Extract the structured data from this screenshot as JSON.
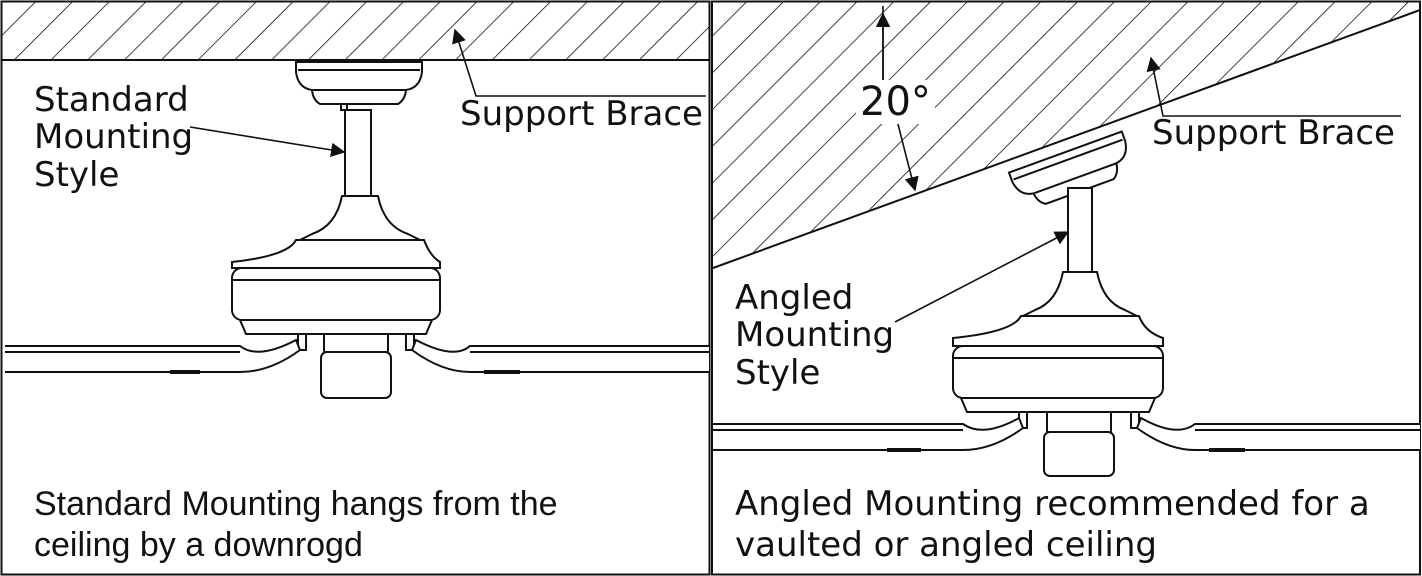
{
  "colors": {
    "line": "#111111",
    "background": "#ffffff"
  },
  "left_panel": {
    "mount_label_lines": [
      "Standard",
      "Mounting",
      "Style"
    ],
    "brace_label": "Support Brace",
    "caption_lines": [
      "Standard Mounting hangs from the",
      "ceiling by a downrogd"
    ]
  },
  "right_panel": {
    "angle_label": "20°",
    "brace_label": "Support Brace",
    "mount_label_lines": [
      "Angled",
      "Mounting",
      "Style"
    ],
    "caption_lines": [
      "Angled Mounting recommended for a",
      "vaulted or angled ceiling"
    ]
  }
}
